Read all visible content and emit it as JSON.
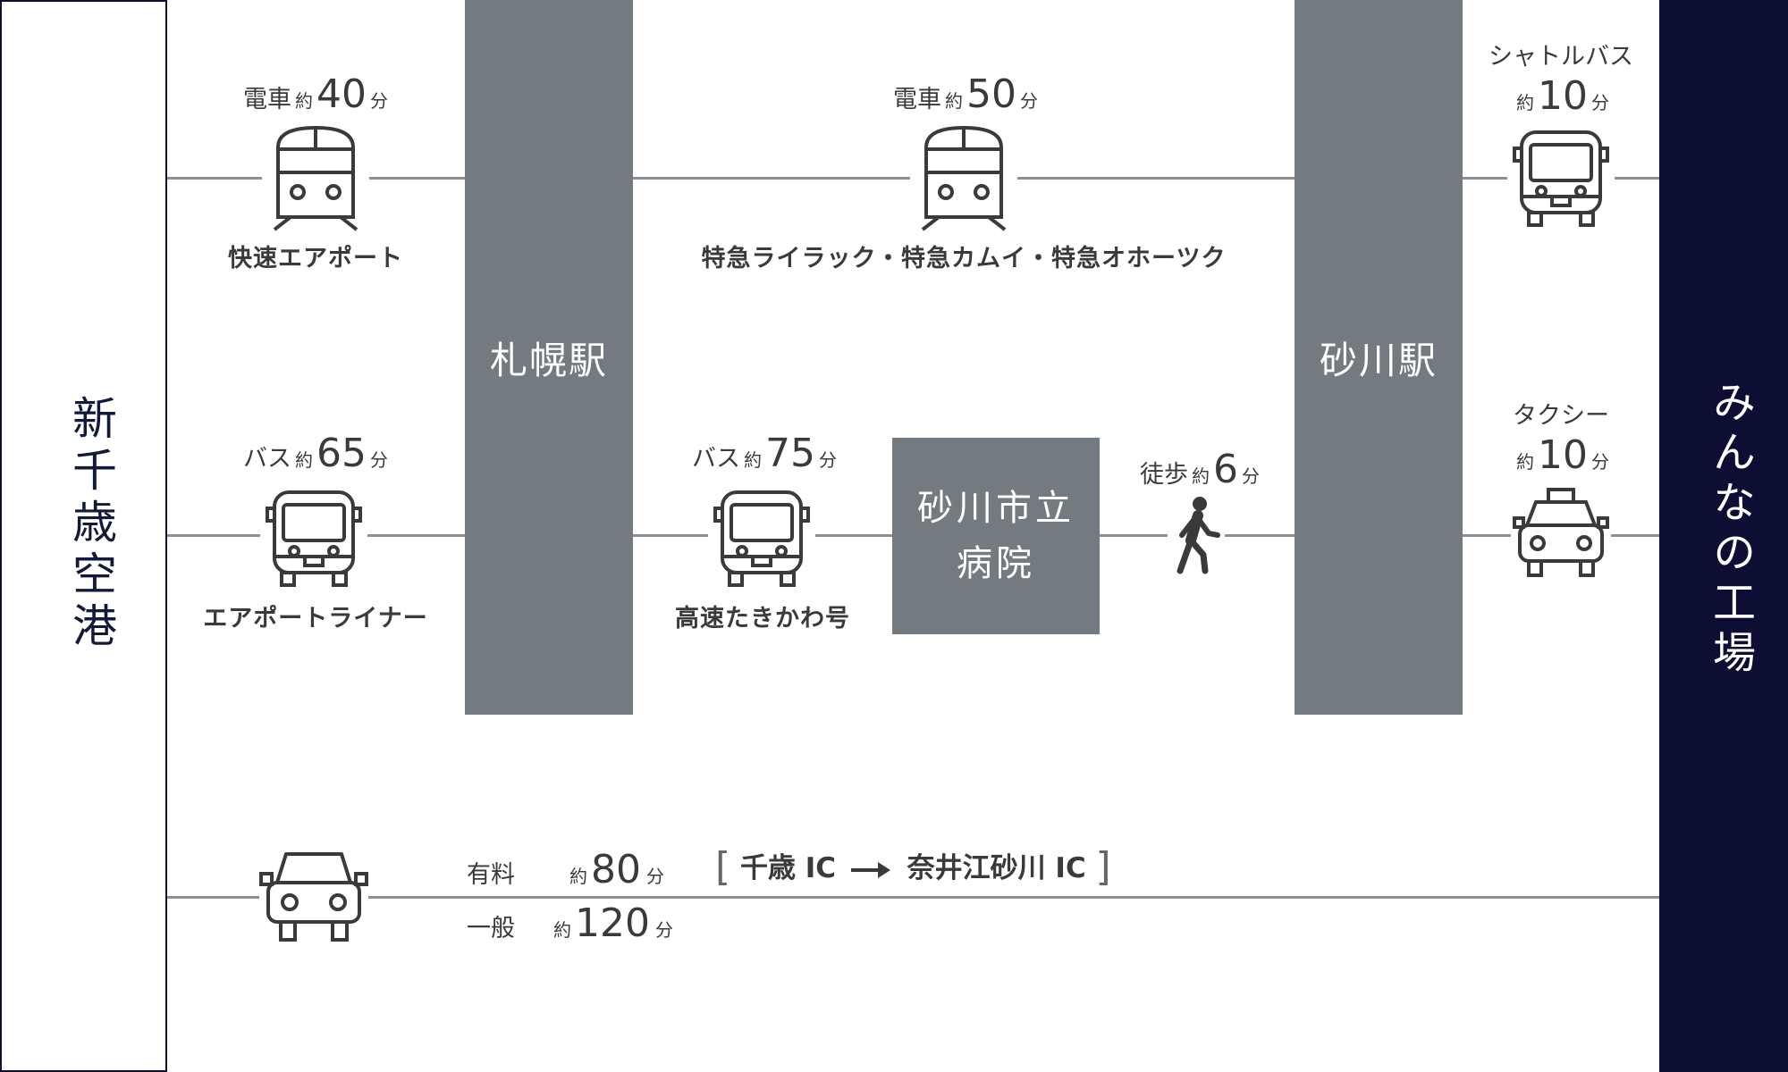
{
  "origin": {
    "label": "新千歳空港"
  },
  "destination": {
    "label": "みんなの工場"
  },
  "stations": {
    "sapporo": "札幌駅",
    "sunagawa": "砂川駅",
    "hospital_line1": "砂川市立",
    "hospital_line2": "病院"
  },
  "routes": {
    "train_airport": {
      "mode": "電車",
      "approx": "約",
      "minutes": "40",
      "unit": "分",
      "name": "快速エアポート",
      "icon": "train-icon"
    },
    "train_express": {
      "mode": "電車",
      "approx": "約",
      "minutes": "50",
      "unit": "分",
      "name": "特急ライラック・特急カムイ・特急オホーツク",
      "icon": "train-icon"
    },
    "shuttle_bus": {
      "mode": "シャトルバス",
      "approx": "約",
      "minutes": "10",
      "unit": "分",
      "icon": "bus-icon"
    },
    "bus_airport": {
      "mode": "バス",
      "approx": "約",
      "minutes": "65",
      "unit": "分",
      "name": "エアポートライナー",
      "icon": "bus-icon"
    },
    "bus_takikawa": {
      "mode": "バス",
      "approx": "約",
      "minutes": "75",
      "unit": "分",
      "name": "高速たきかわ号",
      "icon": "bus-icon"
    },
    "walk": {
      "mode": "徒歩",
      "approx": "約",
      "minutes": "6",
      "unit": "分",
      "icon": "walking-person-icon"
    },
    "taxi": {
      "mode": "タクシー",
      "approx": "約",
      "minutes": "10",
      "unit": "分",
      "icon": "taxi-icon"
    },
    "car": {
      "icon": "car-icon",
      "toll": {
        "label": "有料",
        "approx": "約",
        "minutes": "80",
        "unit": "分"
      },
      "general": {
        "label": "一般",
        "approx": "約",
        "minutes": "120",
        "unit": "分"
      },
      "interchange_from": "千歳 IC",
      "interchange_to": "奈井江砂川 IC"
    }
  },
  "colors": {
    "navy": "#0d0e33",
    "station_gray": "#747b80",
    "line_gray": "#8a9196",
    "text": "#3a3a3a"
  }
}
